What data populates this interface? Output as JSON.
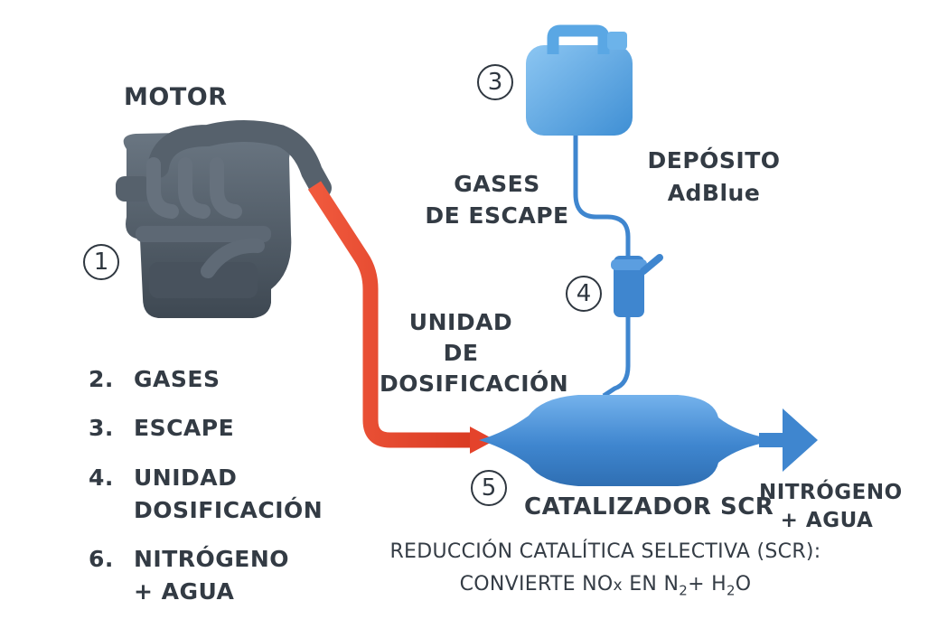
{
  "labels": {
    "motor": "MOTOR",
    "gases_escape": "GASES\nDE ESCAPE",
    "deposito": "DEPÓSITO\nAdBlue",
    "unidad": "UNIDAD\nDE\nDOSIFICACIÓN",
    "catalizador": "CATALIZADOR SCR",
    "nitrogeno": "NITRÓGENO\n+ AGUA"
  },
  "markers": [
    "1",
    "3",
    "4",
    "5"
  ],
  "list": [
    {
      "num": "2.",
      "text": "GASES"
    },
    {
      "num": "3.",
      "text": "ESCAPE"
    },
    {
      "num": "4.",
      "text": "UNIDAD\nDOSIFICACIÓN"
    },
    {
      "num": "6.",
      "text": "NITRÓGENO\n+ AGUA"
    }
  ],
  "caption": {
    "line1": "REDUCCIÓN CATALÍTICA SELECTIVA (SCR):",
    "line2_prefix": "CONVIERTE NO",
    "line2_x": "x",
    "line2_mid": " EN N",
    "line2_sub1": "2",
    "line2_plus": "+ H",
    "line2_sub2": "2",
    "line2_end": "O"
  },
  "colors": {
    "engine": "#4f5a66",
    "exhaust_pipe": "#e4432b",
    "blue_components": "#4a8fd6",
    "tank": "#5aa7e4",
    "text": "#333b44"
  }
}
